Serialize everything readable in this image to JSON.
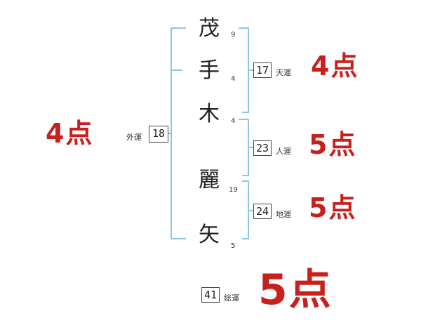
{
  "name_chars": [
    {
      "char": "茂",
      "strokes": "9"
    },
    {
      "char": "手",
      "strokes": "4"
    },
    {
      "char": "木",
      "strokes": "4"
    },
    {
      "char": "麗",
      "strokes": "19"
    },
    {
      "char": "矢",
      "strokes": "5"
    }
  ],
  "fortunes": {
    "tenun": {
      "value": "17",
      "label": "天運",
      "points": "4点"
    },
    "jinun": {
      "value": "23",
      "label": "人運",
      "points": "5点"
    },
    "chiun": {
      "value": "24",
      "label": "地運",
      "points": "5点"
    },
    "gaiun": {
      "value": "18",
      "label": "外運",
      "points": "4点"
    },
    "souun": {
      "value": "41",
      "label": "総運",
      "points": "5点"
    }
  },
  "colors": {
    "bracket": "#8fc5e3",
    "points": "#c8201c"
  }
}
